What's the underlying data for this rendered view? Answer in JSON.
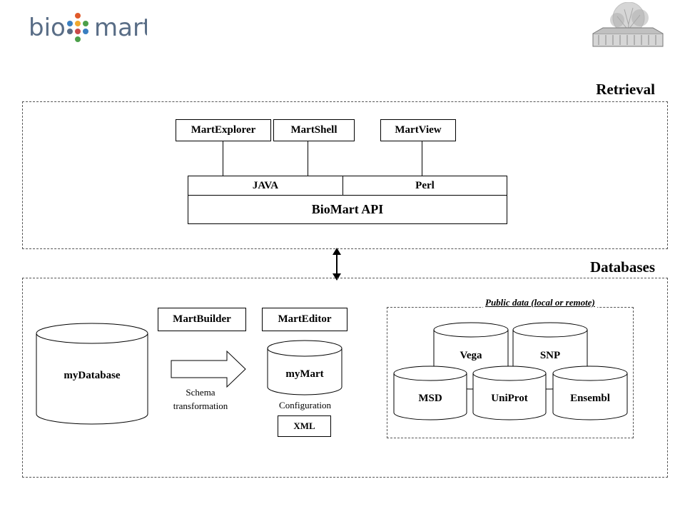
{
  "header": {
    "logo_left": "bio",
    "logo_right": "mart",
    "logo_dot_colors": [
      "#e05a2b",
      "#3a7fc1",
      "#f0a830",
      "#4c9f4a",
      "#596d86",
      "#c94a4a"
    ]
  },
  "retrieval": {
    "title": "Retrieval",
    "clients": [
      "MartExplorer",
      "MartShell",
      "MartView"
    ],
    "languages": [
      "JAVA",
      "Perl"
    ],
    "api_label": "BioMart API"
  },
  "databases": {
    "title": "Databases",
    "source_db": "myDatabase",
    "tools": [
      "MartBuilder",
      "MartEditor"
    ],
    "transform_label": "Schema\ntransformation",
    "mart_db": "myMart",
    "config_label": "Configuration",
    "xml_label": "XML",
    "public_data": {
      "label": "Public data (local or remote)",
      "top_row": [
        "Vega",
        "SNP"
      ],
      "bottom_row": [
        "MSD",
        "UniProt",
        "Ensembl"
      ]
    }
  }
}
